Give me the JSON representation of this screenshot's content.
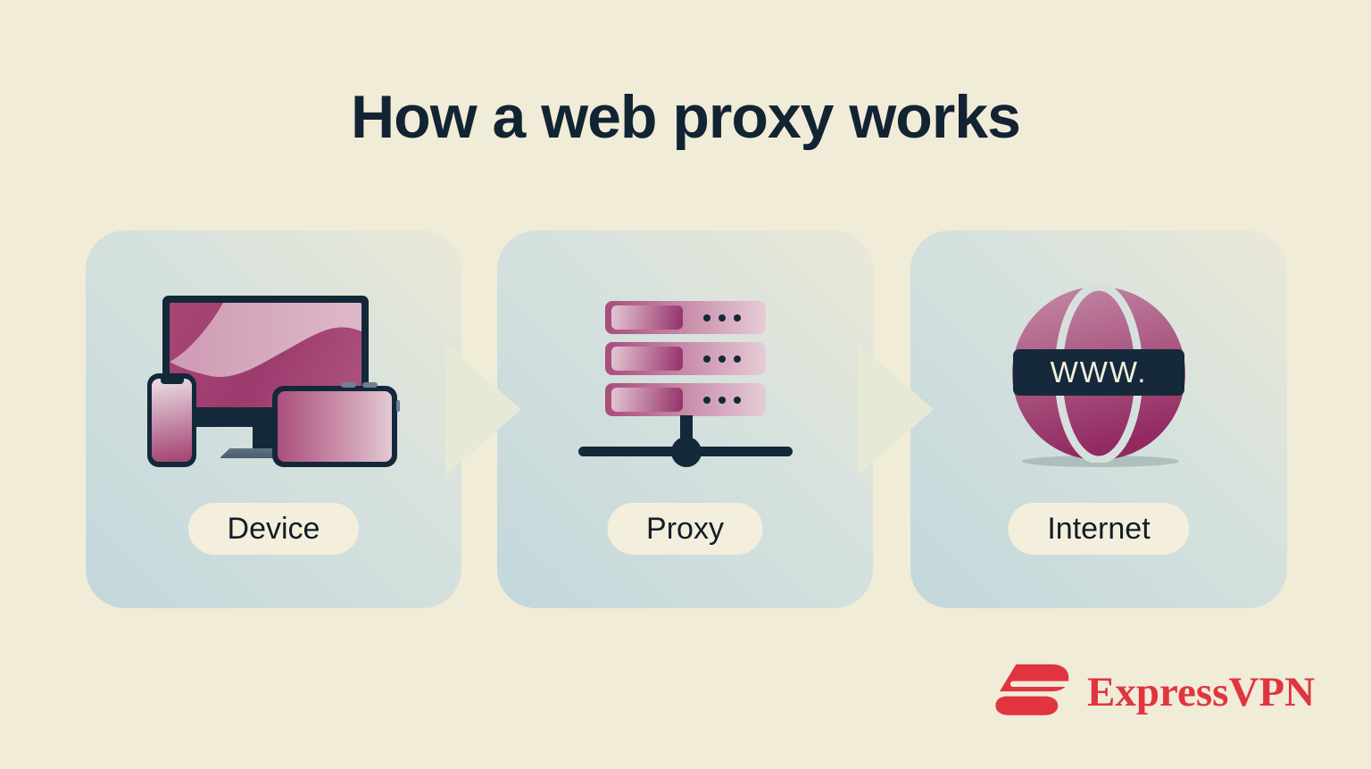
{
  "title": "How a web proxy works",
  "cards": [
    {
      "id": "device",
      "label": "Device"
    },
    {
      "id": "proxy",
      "label": "Proxy"
    },
    {
      "id": "internet",
      "label": "Internet"
    }
  ],
  "globe": {
    "text": "WWW."
  },
  "brand": {
    "name": "ExpressVPN"
  },
  "colors": {
    "background_cream": "#F0ECD8",
    "card_teal": "#C3D7DC",
    "arrow_green": "#E5E9D5",
    "navy": "#132838",
    "magenta_dark": "#93275F",
    "magenta_mid": "#A8487A",
    "pink_light": "#E3C9D4",
    "brand_red": "#E0353F",
    "pill_cream": "#F3EFDC"
  }
}
